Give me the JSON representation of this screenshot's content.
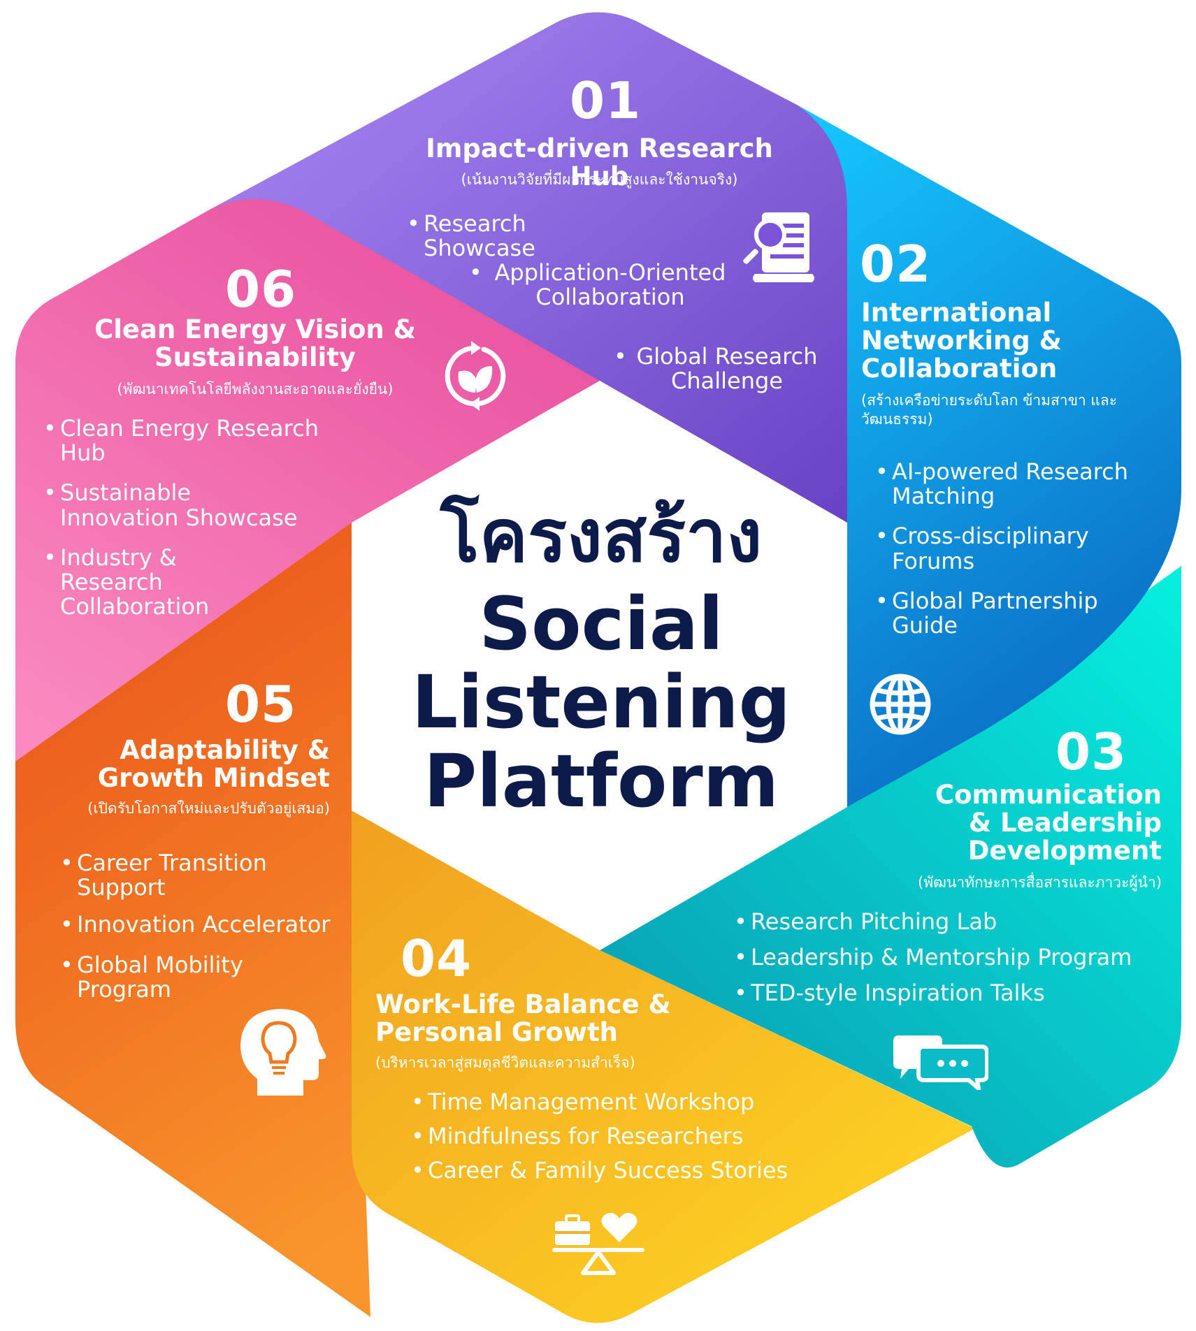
{
  "center": {
    "title_thai": "โครงสร้าง",
    "title_line1": "Social",
    "title_line2": "Listening",
    "title_line3": "Platform"
  },
  "colors": {
    "s1": [
      "#a77cf2",
      "#6f4bcc"
    ],
    "s2": [
      "#1ec0ff",
      "#0d7fd6"
    ],
    "s3": [
      "#0ae3d6",
      "#0aa8b8"
    ],
    "s4": [
      "#f8d02a",
      "#f29a1f"
    ],
    "s5": [
      "#f0660f",
      "#f68f30"
    ],
    "s6": [
      "#f06ab0",
      "#e0409a"
    ],
    "center_text": "#0d1b4b"
  },
  "segments": [
    {
      "number": "01",
      "title": "Impact-driven Research Hub",
      "subtitle": "(เน้นงานวิจัยที่มีผลกระทบสูงและใช้งานจริง)",
      "items": [
        "Research Showcase",
        "Application-Oriented Collaboration",
        "Global Research Challenge"
      ],
      "icon": "research-document-icon"
    },
    {
      "number": "02",
      "title_lines": [
        "International",
        "Networking &",
        "Collaboration"
      ],
      "subtitle": "(สร้างเครือข่ายระดับโลก ข้ามสาขา และวัฒนธรรม)",
      "items": [
        "AI-powered Research Matching",
        "Cross-disciplinary Forums",
        "Global Partnership Guide"
      ],
      "icon": "globe-icon"
    },
    {
      "number": "03",
      "title_lines": [
        "Communication",
        "& Leadership",
        "Development"
      ],
      "subtitle": "(พัฒนาทักษะการสื่อสารและภาวะผู้นำ)",
      "items": [
        "Research Pitching Lab",
        "Leadership & Mentorship Program",
        "TED-style Inspiration Talks"
      ],
      "icon": "chat-bubbles-icon"
    },
    {
      "number": "04",
      "title_lines": [
        "Work-Life Balance &",
        "Personal Growth"
      ],
      "subtitle": "(บริหารเวลาสู่สมดุลชีวิตและความสำเร็จ)",
      "items": [
        "Time Management Workshop",
        "Mindfulness for Researchers",
        "Career & Family Success Stories"
      ],
      "icon": "work-life-balance-icon"
    },
    {
      "number": "05",
      "title_lines": [
        "Adaptability &",
        "Growth Mindset"
      ],
      "subtitle": "(เปิดรับโอกาสใหม่และปรับตัวอยู่เสมอ)",
      "items": [
        "Career Transition Support",
        "Innovation Accelerator",
        "Global Mobility Program"
      ],
      "icon": "head-lightbulb-icon"
    },
    {
      "number": "06",
      "title_lines": [
        "Clean Energy Vision &",
        "Sustainability"
      ],
      "subtitle": "(พัฒนาเทคโนโลยีพลังงานสะอาดและยั่งยืน)",
      "items": [
        "Clean Energy Research Hub",
        "Sustainable Innovation Showcase",
        "Industry & Research Collaboration"
      ],
      "icon": "recycle-leaf-icon"
    }
  ]
}
